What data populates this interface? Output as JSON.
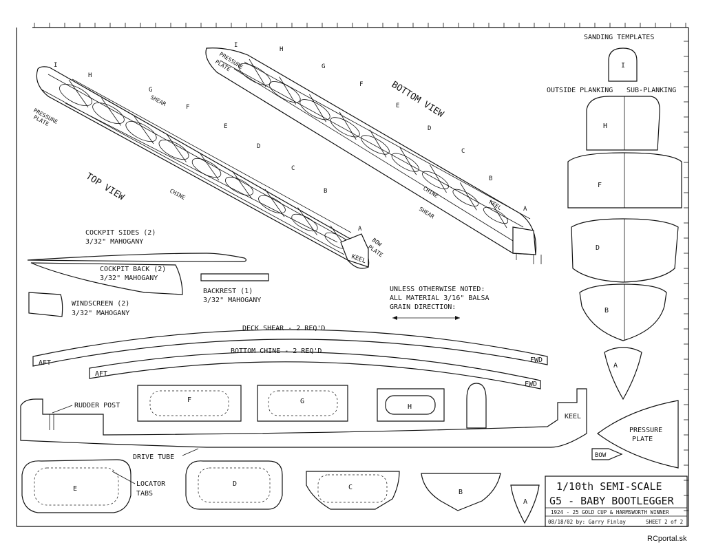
{
  "sheet": {
    "top_view": "TOP VIEW",
    "bottom_view": "BOTTOM VIEW",
    "sanding_templates": "SANDING TEMPLATES",
    "outside_planking": "OUTSIDE PLANKING",
    "sub_planking": "SUB-PLANKING",
    "notes": {
      "line1": "UNLESS OTHERWISE NOTED:",
      "line2": "ALL MATERIAL 3/16\" BALSA",
      "line3": "GRAIN DIRECTION:"
    }
  },
  "top_view_labels": {
    "pressure_plate_1": "PRESSURE",
    "pressure_plate_2": "PLATE",
    "shear": "SHEAR",
    "chine": "CHINE",
    "bow_plate_1": "BOW",
    "bow_plate_2": "PLATE",
    "keel": "KEEL",
    "stations": [
      "I",
      "H",
      "G",
      "F",
      "E",
      "D",
      "C",
      "B",
      "A"
    ]
  },
  "bottom_view_labels": {
    "pressure_plate_1": "PRESSURE",
    "pressure_plate_2": "PLATE",
    "chine": "CHINE",
    "keel": "KEEL",
    "shear": "SHEAR",
    "stations": [
      "I",
      "H",
      "G",
      "F",
      "E",
      "D",
      "C",
      "B",
      "A"
    ]
  },
  "parts": {
    "cockpit_sides": "COCKPIT SIDES (2)",
    "cockpit_sides_mat": "3/32\" MAHOGANY",
    "cockpit_back": "COCKPIT BACK (2)",
    "cockpit_back_mat": "3/32\" MAHOGANY",
    "backrest": "BACKREST (1)",
    "backrest_mat": "3/32\" MAHOGANY",
    "windscreen": "WINDSCREEN (2)",
    "windscreen_mat": "3/32\" MAHOGANY",
    "deck_shear": "DECK SHEAR - 2 REQ'D",
    "bottom_chine": "BOTTOM CHINE - 2 REQ'D",
    "aft": "AFT",
    "fwd": "FWD",
    "rudder_post": "RUDDER POST",
    "keel": "KEEL",
    "drive_tube": "DRIVE TUBE",
    "locator_tabs_1": "LOCATOR",
    "locator_tabs_2": "TABS",
    "pressure_plate_1": "PRESSURE",
    "pressure_plate_2": "PLATE",
    "bow": "BOW"
  },
  "frames": {
    "upper": [
      "F",
      "G",
      "H"
    ],
    "lower": [
      "E",
      "D",
      "C",
      "B",
      "A"
    ]
  },
  "templates": {
    "sanding": "I",
    "planks": [
      "H",
      "F",
      "D",
      "B",
      "A"
    ]
  },
  "title_block": {
    "scale": "1/10th SEMI-SCALE",
    "name": "G5 - BABY BOOTLEGGER",
    "subtitle": "1924 - 25 GOLD CUP & HARMSWORTH  WINNER",
    "date_author": "08/18/02 by: Garry Finlay",
    "sheet": "SHEET 2 of 2"
  },
  "watermark": "RCportal.sk"
}
